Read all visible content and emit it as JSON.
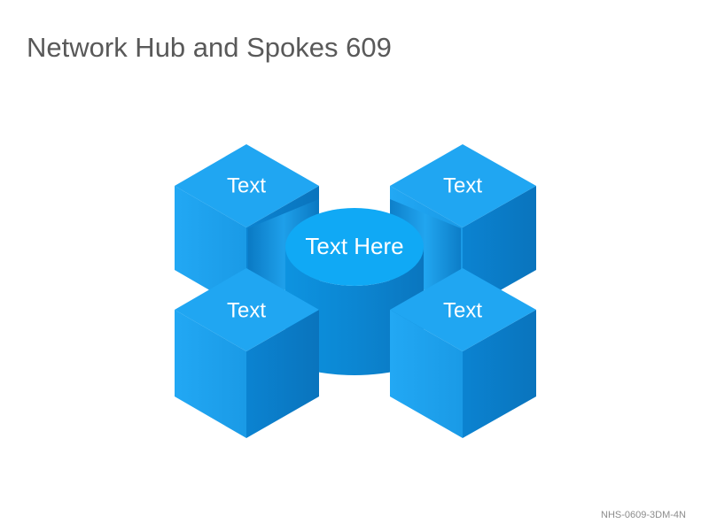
{
  "slide": {
    "title": "Network Hub and Spokes 609",
    "code": "NHS-0609-3DM-4N"
  },
  "diagram": {
    "hub": {
      "label": "Text Here"
    },
    "spokes": [
      {
        "label": "Text"
      },
      {
        "label": "Text"
      },
      {
        "label": "Text"
      },
      {
        "label": "Text"
      }
    ]
  },
  "colors": {
    "cube_top": "#20a6f2",
    "cube_left": "#1b9deb",
    "cube_right": "#0a7fcc",
    "hub_top": "#10a9f5",
    "hub_side": "#0c8ad6",
    "title_text": "#595959",
    "label_text": "#ffffff",
    "code_text": "#8c8c8c"
  }
}
